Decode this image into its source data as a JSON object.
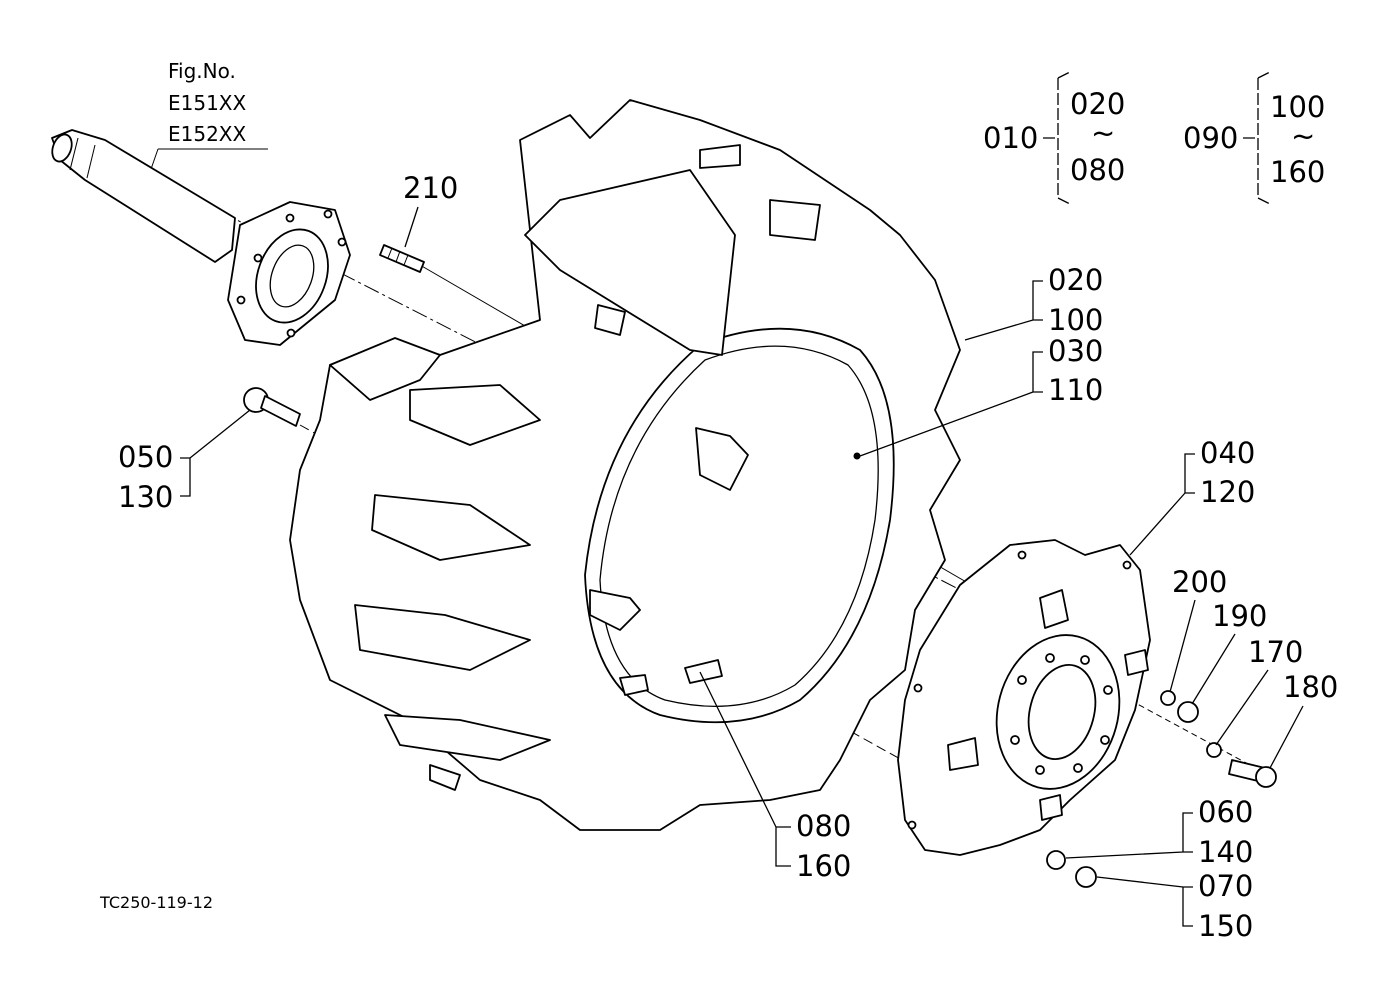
{
  "figure": {
    "fig_label": "Fig.No.",
    "fig_numbers": [
      "E151XX",
      "E152XX"
    ],
    "drawing_code": "TC250-119-12"
  },
  "groups": {
    "g010": {
      "main": "010",
      "from": "020",
      "tilde": "~",
      "to": "080"
    },
    "g090": {
      "main": "090",
      "from": "100",
      "tilde": "~",
      "to": "160"
    }
  },
  "callouts": {
    "c210": "210",
    "c020": "020",
    "c100": "100",
    "c030": "030",
    "c110": "110",
    "c050": "050",
    "c130": "130",
    "c040": "040",
    "c120": "120",
    "c200": "200",
    "c190": "190",
    "c170": "170",
    "c180": "180",
    "c080": "080",
    "c160": "160",
    "c060": "060",
    "c140": "140",
    "c070": "070",
    "c150": "150"
  }
}
